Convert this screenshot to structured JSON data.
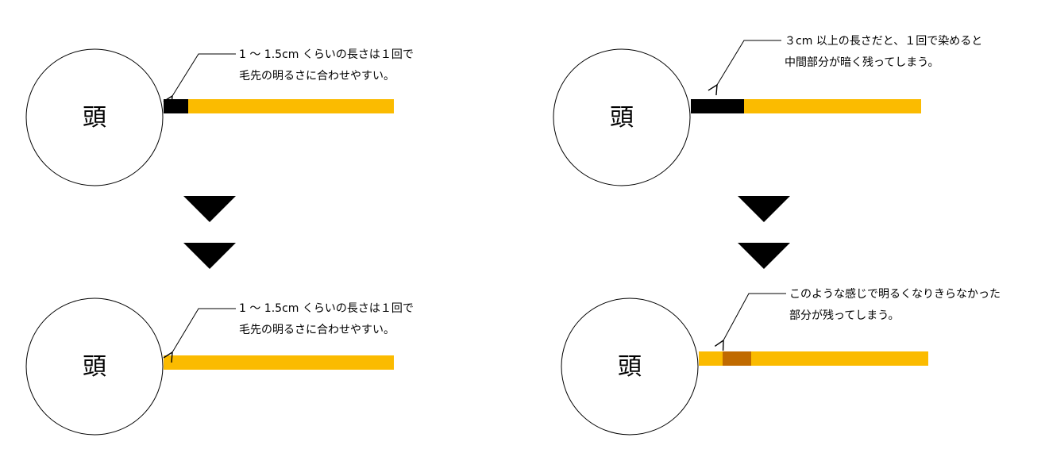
{
  "head_label": "頭",
  "colors": {
    "hair_blonde": "#fbbb00",
    "hair_black": "#000000",
    "hair_dark_band": "#c06a00",
    "outline": "#000000"
  },
  "panels": {
    "left_before": {
      "note_line1": "1 ～ 1.5cm くらいの長さは１回で",
      "note_line2": "毛先の明るさに合わせやすい。"
    },
    "left_after": {
      "note_line1": "1 ～ 1.5cm くらいの長さは１回で",
      "note_line2": "毛先の明るさに合わせやすい。"
    },
    "right_before": {
      "note_line1": "３cm 以上の長さだと、１回で染めると",
      "note_line2": "中間部分が暗く残ってしまう。"
    },
    "right_after": {
      "note_line1": "このような感じで明るくなりきらなかった",
      "note_line2": "部分が残ってしまう。"
    }
  }
}
